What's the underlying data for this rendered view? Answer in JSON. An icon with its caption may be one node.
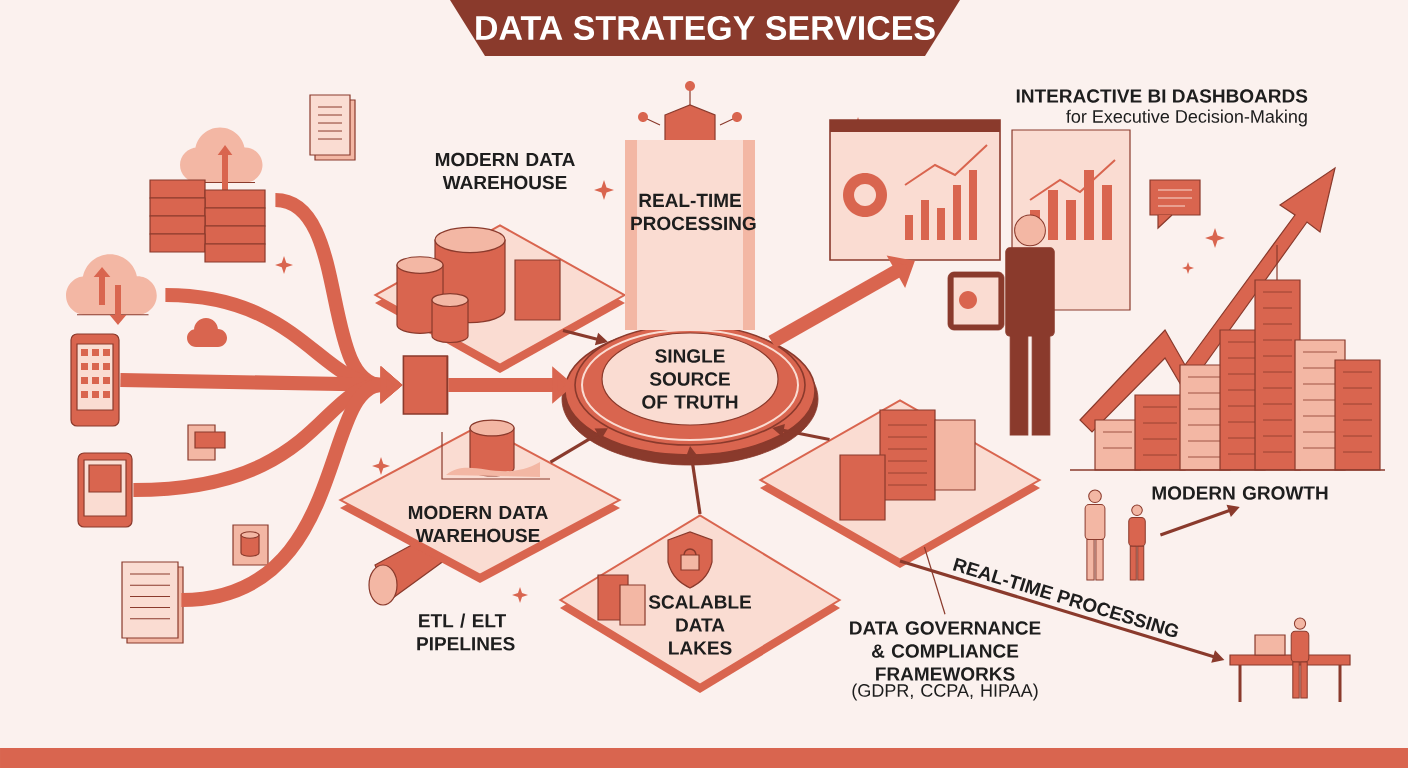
{
  "diagram": {
    "title": "DATA STRATEGY SERVICES",
    "nodes": [
      {
        "text": [
          "SINGLE SOURCE OF TRUTH"
        ]
      },
      {
        "text": [
          "MODERN DATA WAREHOUSE"
        ]
      },
      {
        "text": [
          "REAL-TIME PROCESSING"
        ]
      },
      {
        "text": [
          "MODERN DATA WAREHOUSE"
        ]
      },
      {
        "text": [
          "SCALABLE DATA LAKES"
        ]
      },
      {
        "text": [],
        "shape": "diamond"
      },
      {
        "text": [
          "INTERACTIVE BI DASHBOARDS",
          "for Executive Decision-Making"
        ]
      },
      {
        "text": [
          "MODERN GROWTH"
        ]
      },
      {
        "text": [
          "ETL / ELT PIPELINES"
        ]
      },
      {
        "text": [],
        "shape": "picture"
      },
      {
        "text": [],
        "shape": "picture"
      },
      {
        "text": [],
        "shape": "picture"
      },
      {
        "text": [],
        "shape": "picture"
      },
      {
        "text": [],
        "shape": "picture"
      },
      {
        "text": [],
        "shape": "cylinder"
      },
      {
        "text": [],
        "shape": "person"
      },
      {
        "text": [],
        "shape": "picture"
      },
      {
        "text": [
          "DATA GOVERNANCE & COMPLIANCE FRAMEWORKS",
          "(GDPR, CCPA, HIPAA)"
        ]
      }
    ],
    "edges": [
      {
        "from": 9,
        "to": 14,
        "arrow": "to",
        "style": "thick"
      },
      {
        "from": 10,
        "to": 14,
        "arrow": "to",
        "style": "thick"
      },
      {
        "from": 11,
        "to": 14,
        "arrow": "to",
        "style": "thick"
      },
      {
        "from": 12,
        "to": 14,
        "arrow": "to",
        "style": "thick"
      },
      {
        "from": 13,
        "to": 14,
        "arrow": "to",
        "style": "thick"
      },
      {
        "from": 14,
        "to": 0,
        "arrow": "to",
        "style": "thick"
      },
      {
        "from": 1,
        "to": 0,
        "arrow": "to"
      },
      {
        "from": 3,
        "to": 0,
        "arrow": "to"
      },
      {
        "from": 4,
        "to": 0,
        "arrow": "to"
      },
      {
        "from": 5,
        "to": 0,
        "arrow": "to"
      },
      {
        "from": 0,
        "to": 6,
        "arrow": "to",
        "style": "thick"
      },
      {
        "from": 5,
        "to": 16,
        "arrow": "to",
        "label": "REAL-TIME PROCESSING"
      },
      {
        "from": 15,
        "to": 7,
        "arrow": "to"
      },
      {
        "from": 17,
        "to": 5,
        "arrow": "none"
      }
    ]
  }
}
